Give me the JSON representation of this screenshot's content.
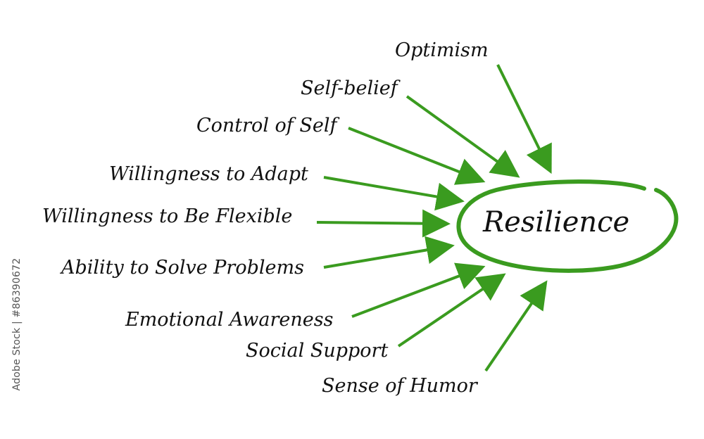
{
  "diagram": {
    "central_concept": "Resilience",
    "factors": [
      "Optimism",
      "Self-belief",
      "Control of Self",
      "Willingness to Adapt",
      "Willingness to Be Flexible",
      "Ability to Solve Problems",
      "Emotional Awareness",
      "Social Support",
      "Sense of Humor"
    ],
    "colors": {
      "arrow": "#3a9b1f",
      "ellipse": "#3a9b1f",
      "text": "#111111",
      "background": "#ffffff"
    }
  },
  "watermark": {
    "stock_id": "Adobe Stock | #86390672"
  }
}
